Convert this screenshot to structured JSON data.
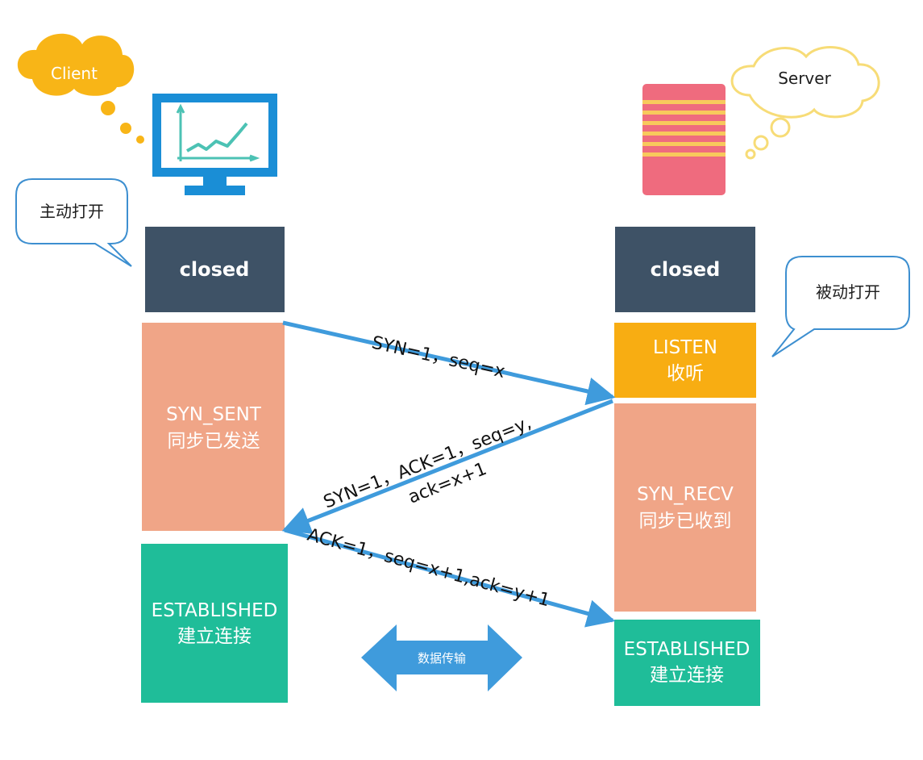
{
  "client": {
    "name": "Client",
    "initiative_label": "主动打开",
    "states": {
      "closed": "closed",
      "syn_sent": "SYN_SENT",
      "syn_sent_cn": "同步已发送",
      "established": "ESTABLISHED",
      "established_cn": "建立连接"
    }
  },
  "server": {
    "name": "Server",
    "initiative_label": "被动打开",
    "states": {
      "closed": "closed",
      "listen": "LISTEN",
      "listen_cn": "收听",
      "syn_recv": "SYN_RECV",
      "syn_recv_cn": "同步已收到",
      "established": "ESTABLISHED",
      "established_cn": "建立连接"
    }
  },
  "messages": {
    "m1": "SYN=1，seq=x",
    "m2_line1": "SYN=1，ACK=1，seq=y,",
    "m2_line2": "ack=x+1",
    "m3": "ACK=1，seq=x+1,ack=y+1"
  },
  "data_transfer_label": "数据传输",
  "colors": {
    "closed": "#3e5266",
    "syn_sent": "#f0a587",
    "established": "#1fbd99",
    "listen": "#f8ad12",
    "syn_recv": "#f0a587",
    "arrow": "#3f9bdc",
    "client_cloud": "#f8b517",
    "server_cloud_outline": "#f7dc77",
    "monitor": "#1a8ed6",
    "chart_line": "#4cc2b4",
    "server_box": "#ef6b7e",
    "server_stripe": "#f8c95c",
    "bubble_border": "#3d8fd0"
  }
}
